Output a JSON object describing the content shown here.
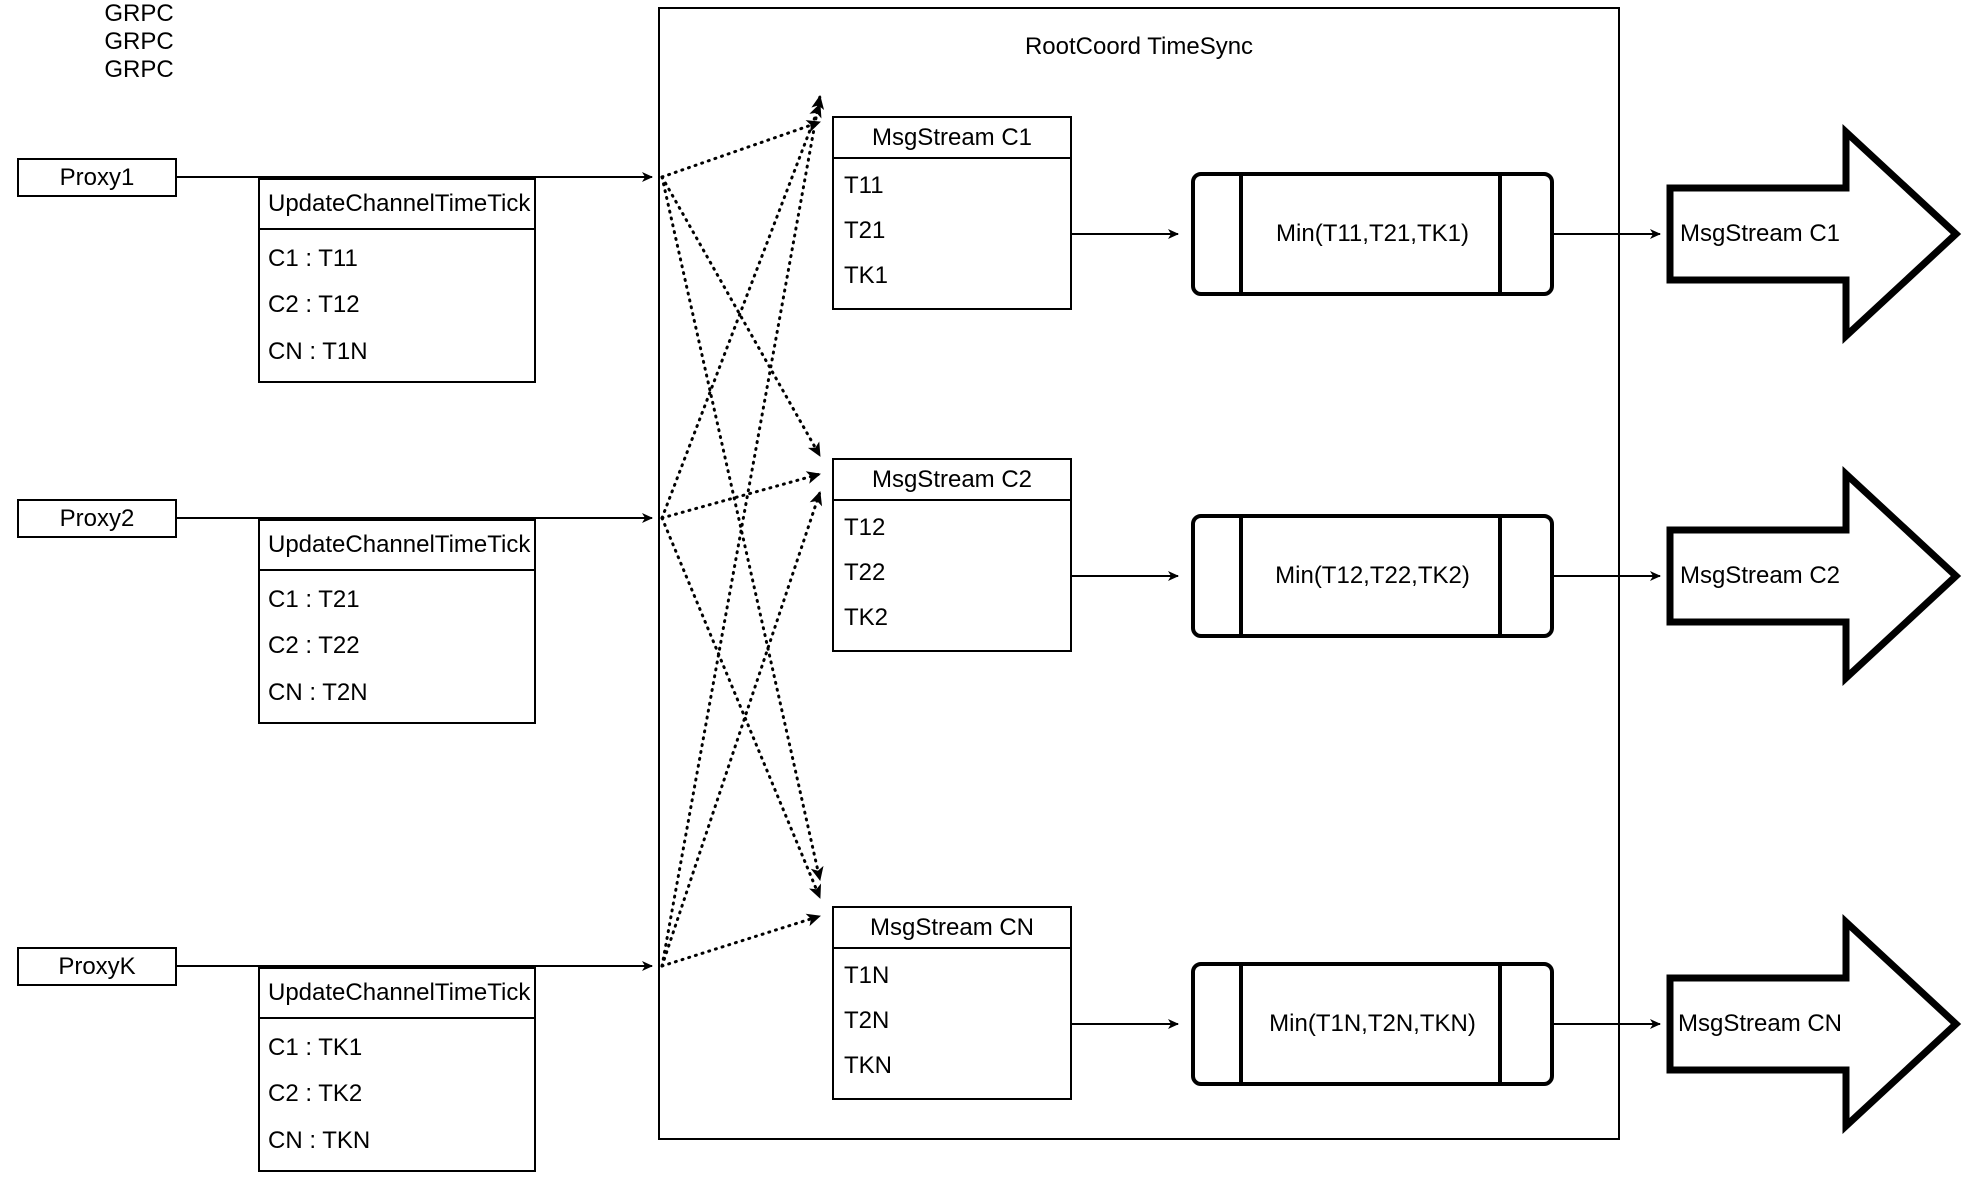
{
  "diagram": {
    "title": "RootCoord TimeSync",
    "colors": {
      "stroke": "#000000",
      "background": "#ffffff"
    },
    "grpc_label": "GRPC",
    "rows": [
      {
        "proxy": "Proxy1",
        "grpc": "GRPC",
        "tick": {
          "header": "UpdateChannelTimeTick",
          "entries": [
            "C1 :  T11",
            "C2 :  T12",
            "CN : T1N"
          ]
        },
        "msgstream": {
          "header": "MsgStream C1",
          "entries": [
            "T11",
            "T21",
            "TK1"
          ]
        },
        "min": "Min(T11,T21,TK1)",
        "output": "MsgStream C1"
      },
      {
        "proxy": "Proxy2",
        "grpc": "GRPC",
        "tick": {
          "header": "UpdateChannelTimeTick",
          "entries": [
            "C1 :  T21",
            "C2 :  T22",
            "CN : T2N"
          ]
        },
        "msgstream": {
          "header": "MsgStream C2",
          "entries": [
            "T12",
            "T22",
            "TK2"
          ]
        },
        "min": "Min(T12,T22,TK2)",
        "output": "MsgStream C2"
      },
      {
        "proxy": "ProxyK",
        "grpc": "GRPC",
        "tick": {
          "header": "UpdateChannelTimeTick",
          "entries": [
            "C1 :  TK1",
            "C2 :  TK2",
            "CN : TKN"
          ]
        },
        "msgstream": {
          "header": "MsgStream CN",
          "entries": [
            "T1N",
            "T2N",
            "TKN"
          ]
        },
        "min": "Min(T1N,T2N,TKN)",
        "output": "MsgStream CN"
      }
    ]
  }
}
